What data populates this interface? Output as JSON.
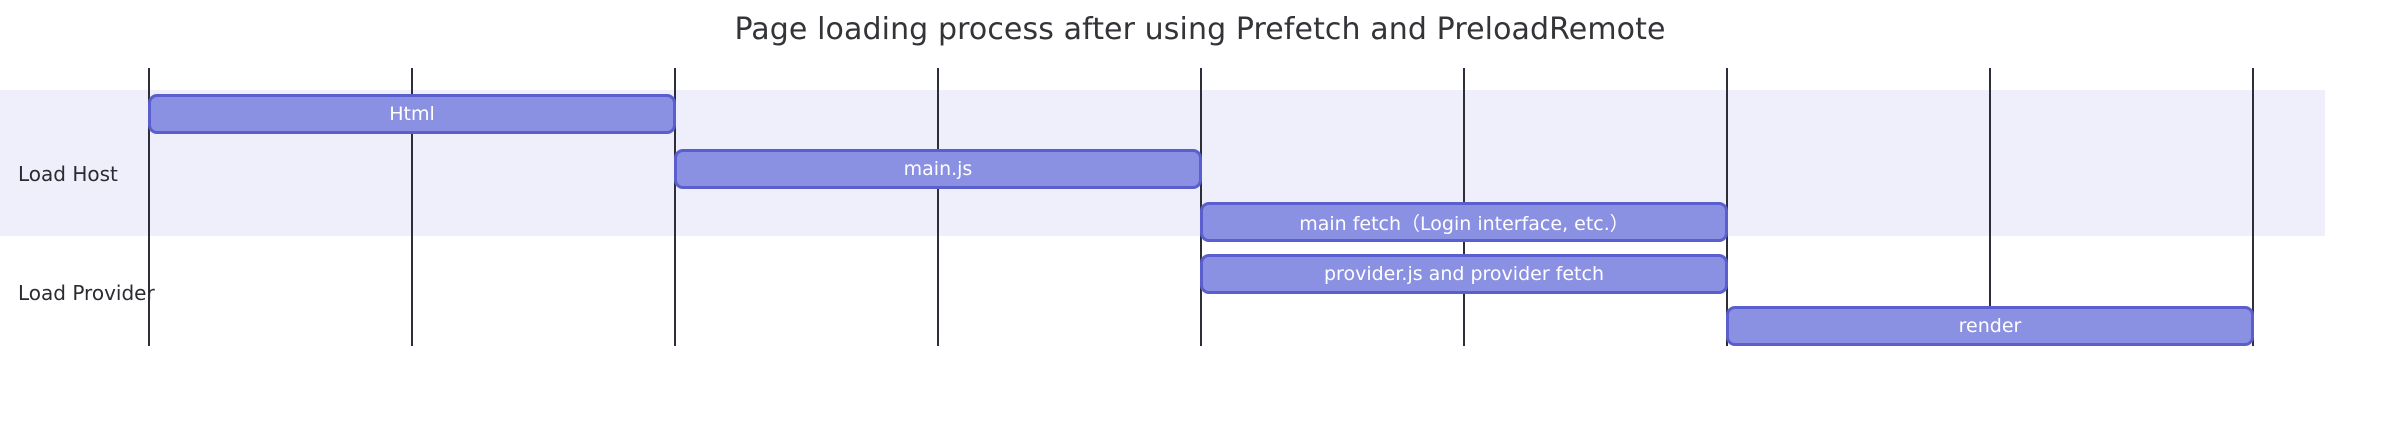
{
  "chart_data": {
    "type": "bar",
    "orientation": "horizontal",
    "subtype": "gantt-timeline",
    "title": "Page loading process after using Prefetch and PreloadRemote",
    "xlabel": "",
    "ylabel": "",
    "categories": [
      "Load Host",
      "Load Provider"
    ],
    "grid": true,
    "legend": false,
    "xlim": [
      0,
      8
    ],
    "xticks": [
      0,
      1,
      2,
      3,
      4,
      5,
      6,
      7,
      8
    ],
    "xtick_labels": [
      "",
      "",
      "",
      "",
      "",
      "",
      "",
      "",
      ""
    ],
    "colors": {
      "bar_fill": "#8a90e2",
      "bar_border": "#5a5fcd",
      "bar_text": "#ffffff",
      "band_background": "#efeffc",
      "gridline": "#2e2e3a",
      "title_text": "#333338",
      "label_text": "#2b2b31",
      "page_background": "#ffffff"
    },
    "tasks": [
      {
        "label": "Html",
        "row": "Load Host",
        "start": 0.0,
        "end": 2.0,
        "lane": 0
      },
      {
        "label": "main.js",
        "row": "Load Host",
        "start": 2.0,
        "end": 4.0,
        "lane": 1
      },
      {
        "label": "main fetch（Login interface, etc.）",
        "row": "Load Host",
        "start": 4.0,
        "end": 6.0,
        "lane": 2
      },
      {
        "label": "provider.js and provider fetch",
        "row": "Load Provider",
        "start": 4.0,
        "end": 6.0,
        "lane": 3
      },
      {
        "label": "render",
        "row": "Load Provider",
        "start": 6.0,
        "end": 8.0,
        "lane": 4
      }
    ]
  },
  "rows": [
    {
      "label": "Load Host"
    },
    {
      "label": "Load Provider"
    }
  ],
  "bars": [
    {
      "label": "Html"
    },
    {
      "label": "main.js"
    },
    {
      "label": "main fetch（Login interface, etc.）"
    },
    {
      "label": "provider.js and provider fetch"
    },
    {
      "label": "render"
    }
  ],
  "title": "Page loading process after using Prefetch and PreloadRemote"
}
